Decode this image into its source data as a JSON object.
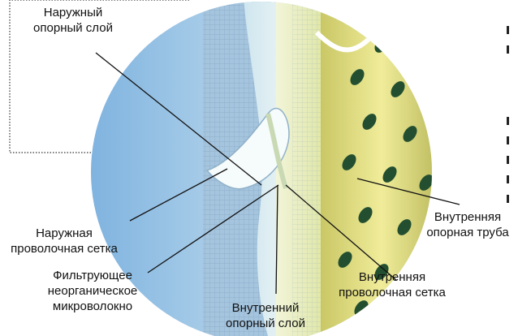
{
  "labels": {
    "outer_support_layer": [
      "Наружный",
      "опорный слой"
    ],
    "outer_wire_mesh": [
      "Наружная",
      "проволочная сетка"
    ],
    "filter_microfiber": [
      "Фильтрующее",
      "неорганическое",
      "микроволокно"
    ],
    "inner_support_layer": [
      "Внутренний",
      "опорный слой"
    ],
    "inner_wire_mesh": [
      "Внутренняя",
      "проволочная сетка"
    ],
    "inner_support_tube": [
      "Внутренняя",
      "опорная труба"
    ]
  },
  "colors": {
    "outer_layer": "#a9cde6",
    "mesh": "#7fa7c8",
    "filter_fiber": "#eef6f8",
    "inner_layer": "#e7eec0",
    "tube": "#d9d77a",
    "tube_holes": "#1f4f2e",
    "leader_line": "#111111"
  }
}
